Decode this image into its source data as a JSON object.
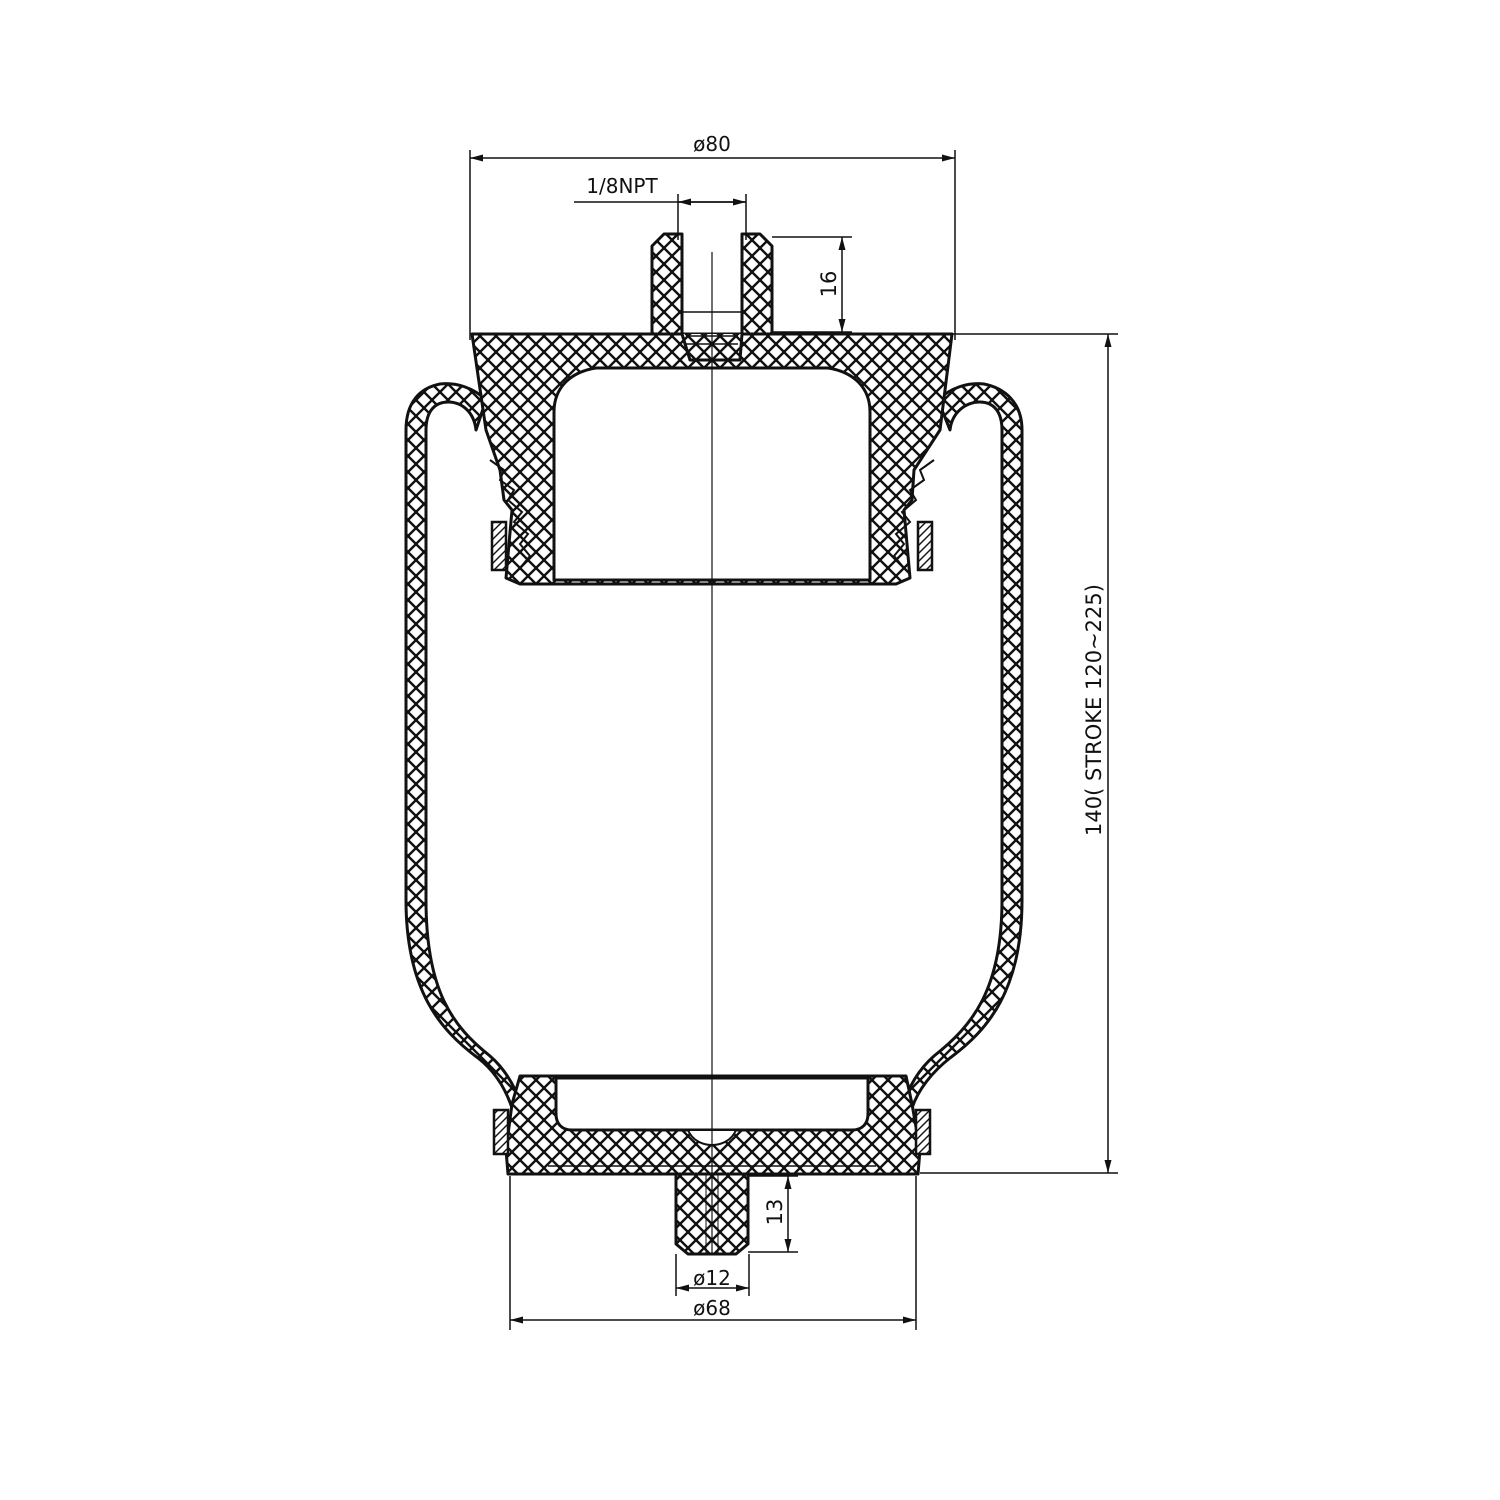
{
  "dimensions": {
    "top_diameter": "ø80",
    "port_thread": "1/8NPT",
    "port_height": "16",
    "overall_height": "140( STROKE 120~225)",
    "stud_length": "13",
    "stud_diameter": "ø12",
    "bottom_diameter": "ø68"
  }
}
